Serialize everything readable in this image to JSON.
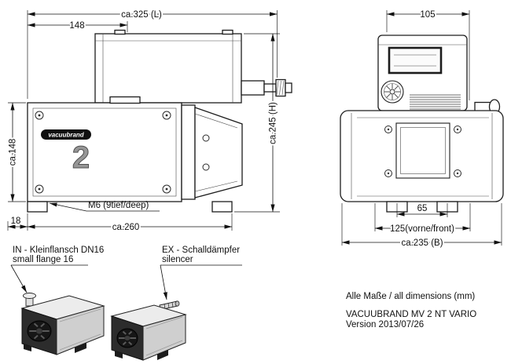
{
  "side_view": {
    "dim_length": "ca.325 (L)",
    "dim_motor": "148",
    "dim_height": "ca.245 (H)",
    "dim_body": "ca.148",
    "dim_foot": "18",
    "dim_feet": "ca.260",
    "callout_m6": "M6 (9tief/deep)",
    "logo": "vacuubrand",
    "badge": "2"
  },
  "front_view": {
    "dim_top": "105",
    "dim_feet_inner": "65",
    "dim_feet_front": "125(vorne/front)",
    "dim_width": "ca.235 (B)"
  },
  "iso_views": {
    "in_label_de": "IN - Kleinflansch DN16",
    "in_label_en": "small flange 16",
    "ex_label_de": "EX - Schalldämpfer",
    "ex_label_en": "silencer"
  },
  "footer": {
    "note": "Alle Maße / all dimensions (mm)",
    "model": "VACUUBRAND MV 2 NT VARIO",
    "version": "Version 2013/07/26"
  },
  "colors": {
    "line": "#1c1c1c",
    "dark_fill": "#2c2c2c",
    "light_fill": "#ececec"
  }
}
